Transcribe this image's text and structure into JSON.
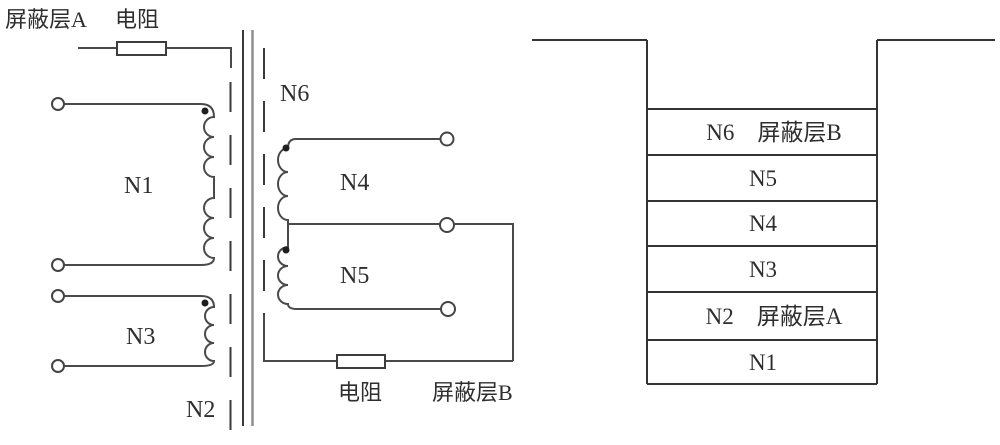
{
  "colors": {
    "wire": "#4a4a4a",
    "core_dark": "#3a3a3a",
    "core_light": "#8f8f8f",
    "text": "#2e2e2e",
    "background": "#ffffff"
  },
  "schematic": {
    "shield_a_label": "屏蔽层A",
    "resistor_top_label": "电阻",
    "resistor_bottom_label": "电阻",
    "shield_b_label": "屏蔽层B",
    "winding_labels": {
      "n1": "N1",
      "n2": "N2",
      "n3": "N3",
      "n4": "N4",
      "n5": "N5",
      "n6": "N6"
    }
  },
  "stack": {
    "rows": [
      {
        "label": "N6　屏蔽层B"
      },
      {
        "label": "N5"
      },
      {
        "label": "N4"
      },
      {
        "label": "N3"
      },
      {
        "label": "N2　屏蔽层A"
      },
      {
        "label": "N1"
      }
    ]
  }
}
